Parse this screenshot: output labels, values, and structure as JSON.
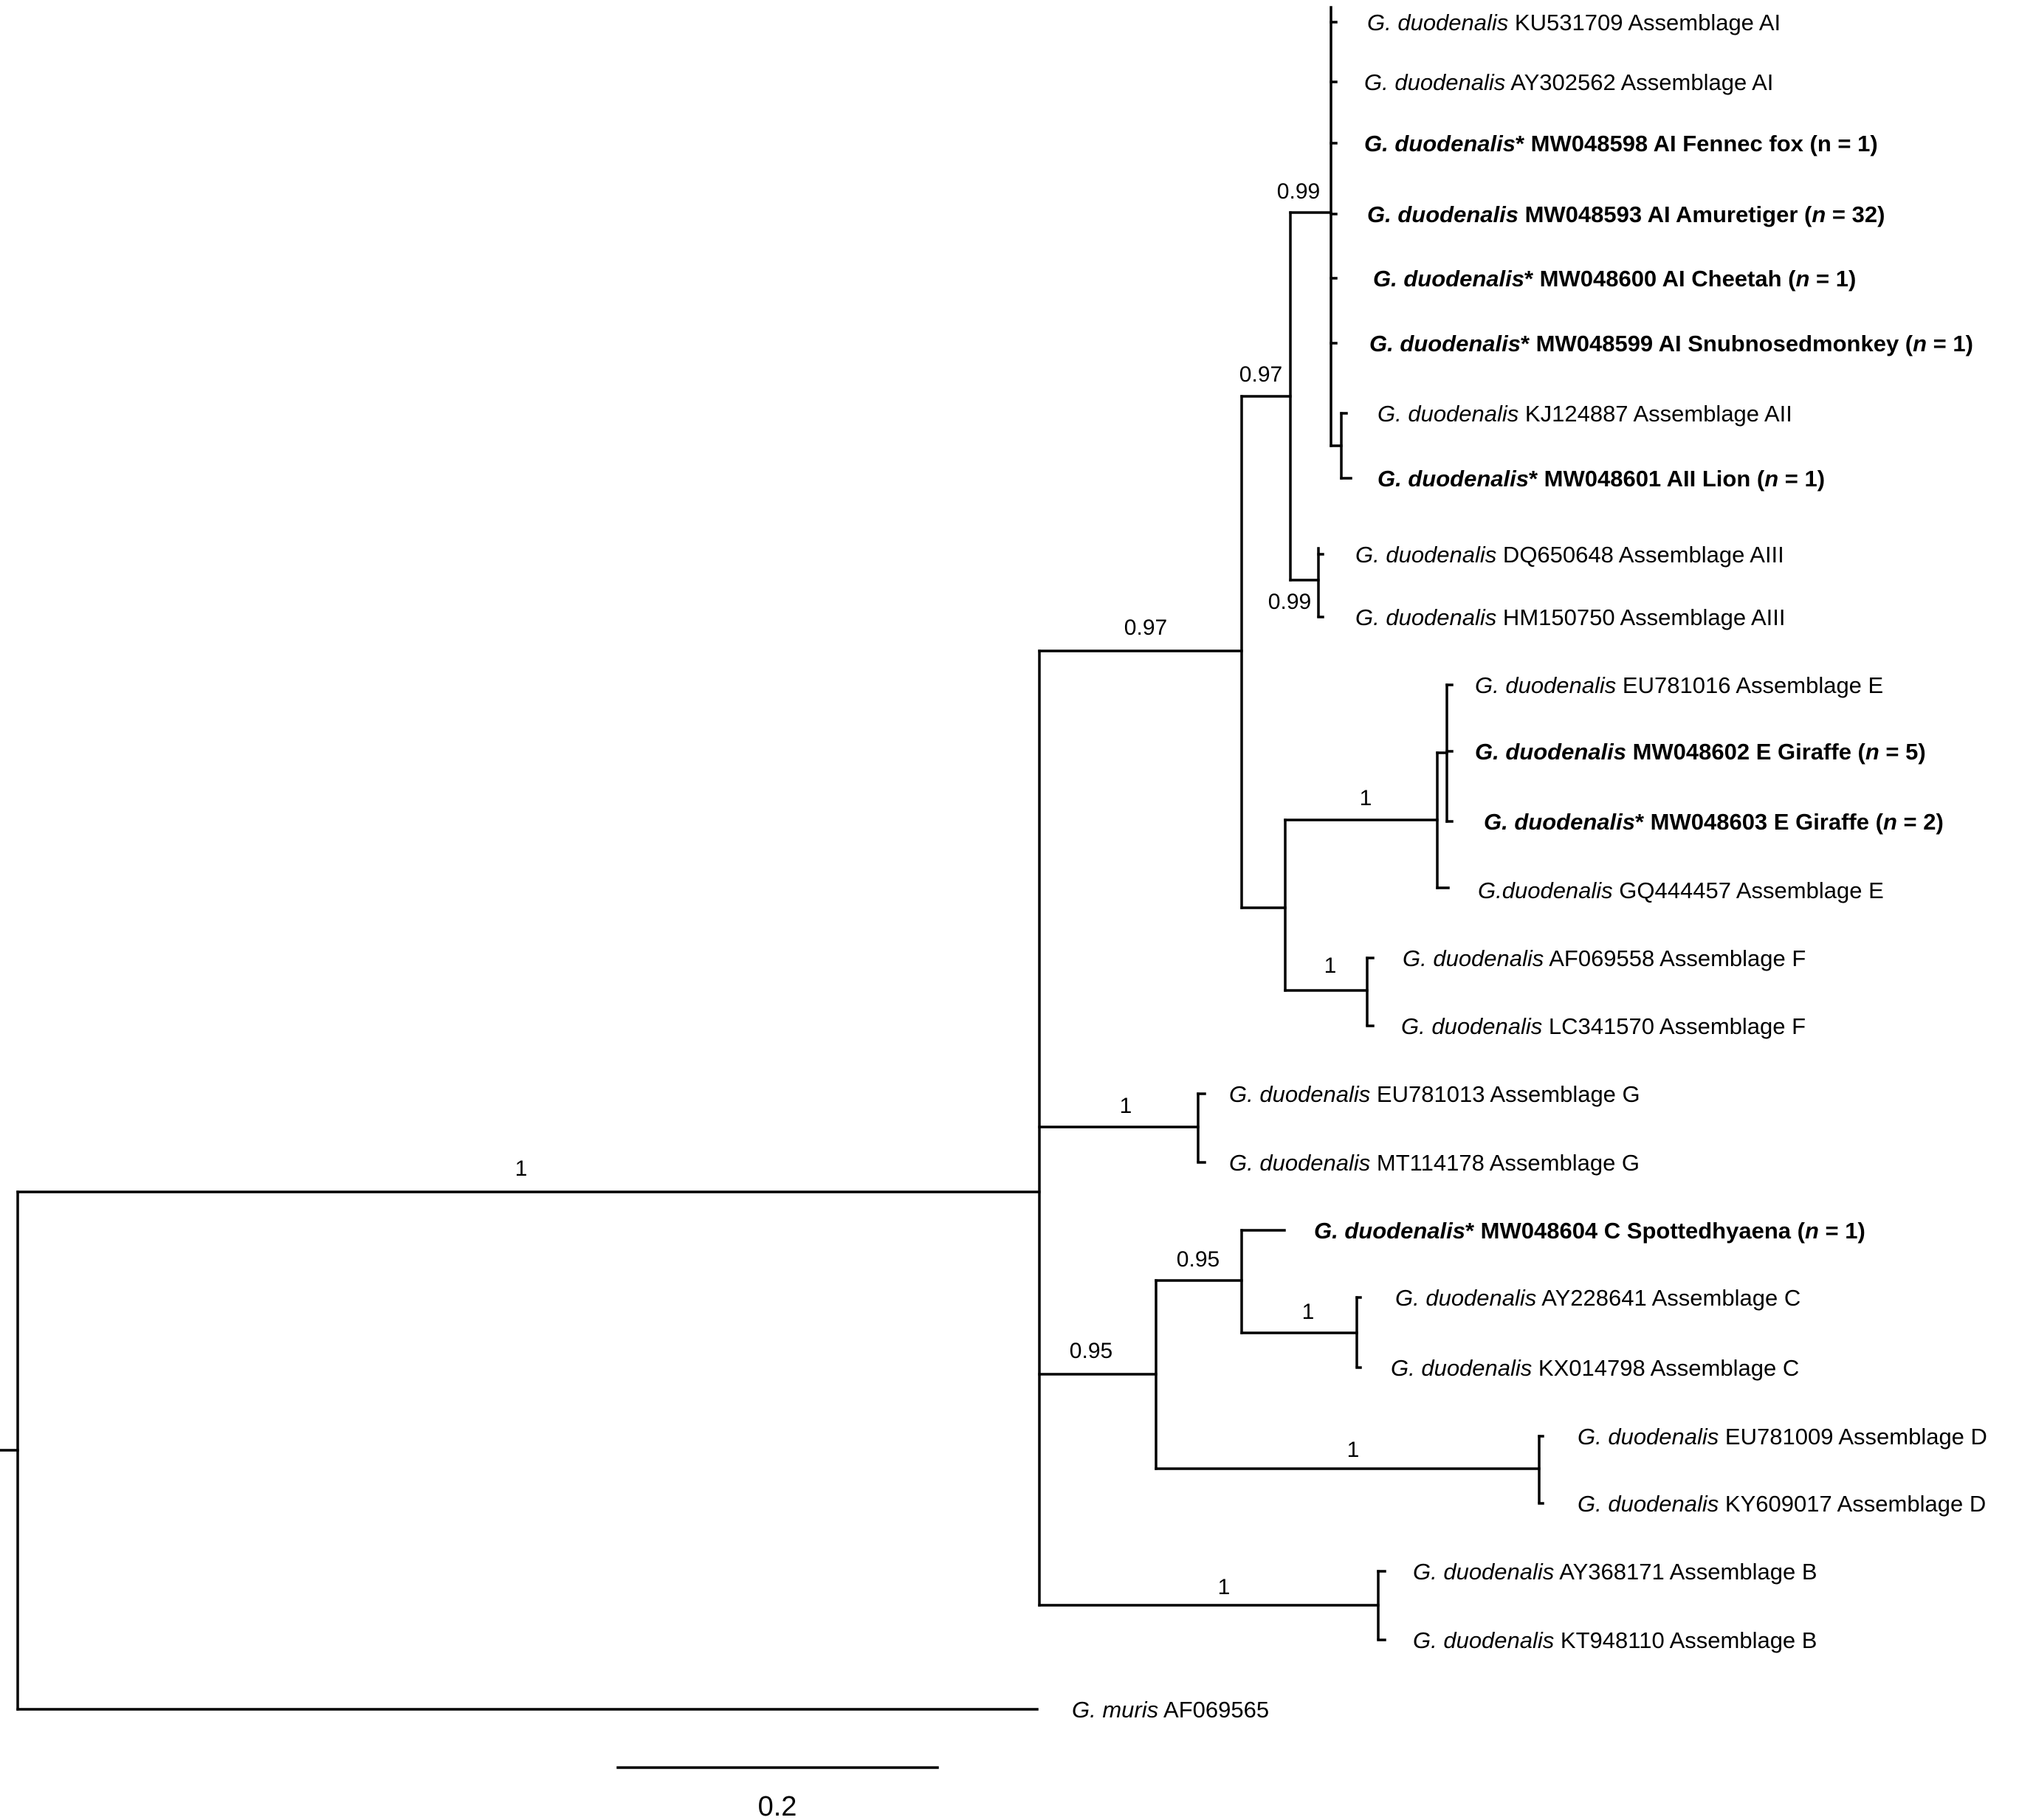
{
  "figure": {
    "scale_bar_label": "0.2",
    "root_support": "1",
    "colors": {
      "line": "#000000",
      "text": "#000000",
      "background": "#ffffff"
    }
  },
  "tree": {
    "outgroup": {
      "parts": [
        {
          "t": "G. muris",
          "i": true,
          "b": false
        },
        {
          "t": " AF069565",
          "i": false,
          "b": false
        }
      ]
    },
    "ingroup": {
      "support": "1",
      "clades": [
        {
          "name": "assemblage-A-E-F",
          "support": "0.97",
          "subclades": [
            {
              "name": "assemblage-A",
              "support": "0.97",
              "groups": [
                {
                  "name": "assemblage-AI-AII",
                  "support": "0.99",
                  "leaves": [
                    {
                      "parts": [
                        {
                          "t": "G. duodenalis",
                          "i": true,
                          "b": false
                        },
                        {
                          "t": " KU531709 Assemblage AI",
                          "i": false,
                          "b": false
                        }
                      ]
                    },
                    {
                      "parts": [
                        {
                          "t": "G. duodenalis",
                          "i": true,
                          "b": false
                        },
                        {
                          "t": " AY302562 Assemblage AI",
                          "i": false,
                          "b": false
                        }
                      ]
                    },
                    {
                      "parts": [
                        {
                          "t": "G. duodenalis",
                          "i": true,
                          "b": true
                        },
                        {
                          "t": "* MW048598 AI Fennec fox (n = 1)",
                          "i": false,
                          "b": true
                        }
                      ]
                    },
                    {
                      "parts": [
                        {
                          "t": "G. duodenalis",
                          "i": true,
                          "b": true
                        },
                        {
                          "t": " MW048593 AI Amuretiger (",
                          "i": false,
                          "b": true
                        },
                        {
                          "t": "n",
                          "i": true,
                          "b": true
                        },
                        {
                          "t": " = 32)",
                          "i": false,
                          "b": true
                        }
                      ]
                    },
                    {
                      "parts": [
                        {
                          "t": "G. duodenalis",
                          "i": true,
                          "b": true
                        },
                        {
                          "t": "* MW048600 AI Cheetah (",
                          "i": false,
                          "b": true
                        },
                        {
                          "t": "n",
                          "i": true,
                          "b": true
                        },
                        {
                          "t": " = 1)",
                          "i": false,
                          "b": true
                        }
                      ]
                    },
                    {
                      "parts": [
                        {
                          "t": "G. duodenalis",
                          "i": true,
                          "b": true
                        },
                        {
                          "t": "* MW048599 AI Snubnosedmonkey (",
                          "i": false,
                          "b": true
                        },
                        {
                          "t": "n",
                          "i": true,
                          "b": true
                        },
                        {
                          "t": " = 1)",
                          "i": false,
                          "b": true
                        }
                      ]
                    },
                    {
                      "parts": [
                        {
                          "t": "G. duodenalis",
                          "i": true,
                          "b": false
                        },
                        {
                          "t": " KJ124887 Assemblage AII",
                          "i": false,
                          "b": false
                        }
                      ]
                    },
                    {
                      "parts": [
                        {
                          "t": "G. duodenalis",
                          "i": true,
                          "b": true
                        },
                        {
                          "t": "* MW048601 AII Lion (",
                          "i": false,
                          "b": true
                        },
                        {
                          "t": "n",
                          "i": true,
                          "b": true
                        },
                        {
                          "t": " = 1)",
                          "i": false,
                          "b": true
                        }
                      ]
                    }
                  ]
                },
                {
                  "name": "assemblage-AIII",
                  "support": "0.99",
                  "leaves": [
                    {
                      "parts": [
                        {
                          "t": "G. duodenalis",
                          "i": true,
                          "b": false
                        },
                        {
                          "t": " DQ650648 Assemblage AIII",
                          "i": false,
                          "b": false
                        }
                      ]
                    },
                    {
                      "parts": [
                        {
                          "t": "G. duodenalis",
                          "i": true,
                          "b": false
                        },
                        {
                          "t": " HM150750 Assemblage AIII",
                          "i": false,
                          "b": false
                        }
                      ]
                    }
                  ]
                }
              ]
            },
            {
              "name": "assemblage-E-F",
              "support": "",
              "groups": [
                {
                  "name": "assemblage-E",
                  "support": "1",
                  "leaves": [
                    {
                      "parts": [
                        {
                          "t": "G. duodenalis",
                          "i": true,
                          "b": false
                        },
                        {
                          "t": " EU781016 Assemblage E",
                          "i": false,
                          "b": false
                        }
                      ]
                    },
                    {
                      "parts": [
                        {
                          "t": "G. duodenalis",
                          "i": true,
                          "b": true
                        },
                        {
                          "t": " MW048602 E Giraffe (",
                          "i": false,
                          "b": true
                        },
                        {
                          "t": "n",
                          "i": true,
                          "b": true
                        },
                        {
                          "t": " = 5)",
                          "i": false,
                          "b": true
                        }
                      ]
                    },
                    {
                      "parts": [
                        {
                          "t": "G. duodenalis",
                          "i": true,
                          "b": true
                        },
                        {
                          "t": "* MW048603 E Giraffe (",
                          "i": false,
                          "b": true
                        },
                        {
                          "t": "n",
                          "i": true,
                          "b": true
                        },
                        {
                          "t": " = 2)",
                          "i": false,
                          "b": true
                        }
                      ]
                    },
                    {
                      "parts": [
                        {
                          "t": "G.duodenalis",
                          "i": true,
                          "b": false
                        },
                        {
                          "t": "    GQ444457 Assemblage E",
                          "i": false,
                          "b": false
                        }
                      ]
                    }
                  ]
                },
                {
                  "name": "assemblage-F",
                  "support": "1",
                  "leaves": [
                    {
                      "parts": [
                        {
                          "t": "G. duodenalis",
                          "i": true,
                          "b": false
                        },
                        {
                          "t": " AF069558 Assemblage F",
                          "i": false,
                          "b": false
                        }
                      ]
                    },
                    {
                      "parts": [
                        {
                          "t": "G. duodenalis",
                          "i": true,
                          "b": false
                        },
                        {
                          "t": " LC341570 Assemblage F",
                          "i": false,
                          "b": false
                        }
                      ]
                    }
                  ]
                }
              ]
            }
          ]
        },
        {
          "name": "assemblage-G",
          "support": "1",
          "leaves": [
            {
              "parts": [
                {
                  "t": "G. duodenalis",
                  "i": true,
                  "b": false
                },
                {
                  "t": " EU781013 Assemblage G",
                  "i": false,
                  "b": false
                }
              ]
            },
            {
              "parts": [
                {
                  "t": "G. duodenalis",
                  "i": true,
                  "b": false
                },
                {
                  "t": " MT114178 Assemblage G",
                  "i": false,
                  "b": false
                }
              ]
            }
          ]
        },
        {
          "name": "assemblage-C-D",
          "support": "0.95",
          "subclades": [
            {
              "name": "assemblage-C",
              "support": "0.95",
              "groups": [
                {
                  "name": "spotted-hyaena",
                  "support": "",
                  "leaves": [
                    {
                      "parts": [
                        {
                          "t": "G. duodenalis",
                          "i": true,
                          "b": true
                        },
                        {
                          "t": "* MW048604 C Spottedhyaena (",
                          "i": false,
                          "b": true
                        },
                        {
                          "t": "n",
                          "i": true,
                          "b": true
                        },
                        {
                          "t": " = 1)",
                          "i": false,
                          "b": true
                        }
                      ]
                    }
                  ]
                },
                {
                  "name": "assemblage-C-refs",
                  "support": "1",
                  "leaves": [
                    {
                      "parts": [
                        {
                          "t": "G. duodenalis",
                          "i": true,
                          "b": false
                        },
                        {
                          "t": " AY228641 Assemblage C",
                          "i": false,
                          "b": false
                        }
                      ]
                    },
                    {
                      "parts": [
                        {
                          "t": "G. duodenalis",
                          "i": true,
                          "b": false
                        },
                        {
                          "t": " KX014798 Assemblage C",
                          "i": false,
                          "b": false
                        }
                      ]
                    }
                  ]
                }
              ]
            },
            {
              "name": "assemblage-D",
              "support": "1",
              "groups": [
                {
                  "name": "assemblage-D-refs",
                  "support": "",
                  "leaves": [
                    {
                      "parts": [
                        {
                          "t": "G. duodenalis",
                          "i": true,
                          "b": false
                        },
                        {
                          "t": " EU781009 Assemblage D",
                          "i": false,
                          "b": false
                        }
                      ]
                    },
                    {
                      "parts": [
                        {
                          "t": "G. duodenalis",
                          "i": true,
                          "b": false
                        },
                        {
                          "t": " KY609017 Assemblage D",
                          "i": false,
                          "b": false
                        }
                      ]
                    }
                  ]
                }
              ]
            }
          ]
        },
        {
          "name": "assemblage-B",
          "support": "1",
          "leaves": [
            {
              "parts": [
                {
                  "t": "G. duodenalis",
                  "i": true,
                  "b": false
                },
                {
                  "t": " AY368171 Assemblage B",
                  "i": false,
                  "b": false
                }
              ]
            },
            {
              "parts": [
                {
                  "t": "G. duodenalis",
                  "i": true,
                  "b": false
                },
                {
                  "t": " KT948110 Assemblage B",
                  "i": false,
                  "b": false
                }
              ]
            }
          ]
        }
      ]
    }
  }
}
